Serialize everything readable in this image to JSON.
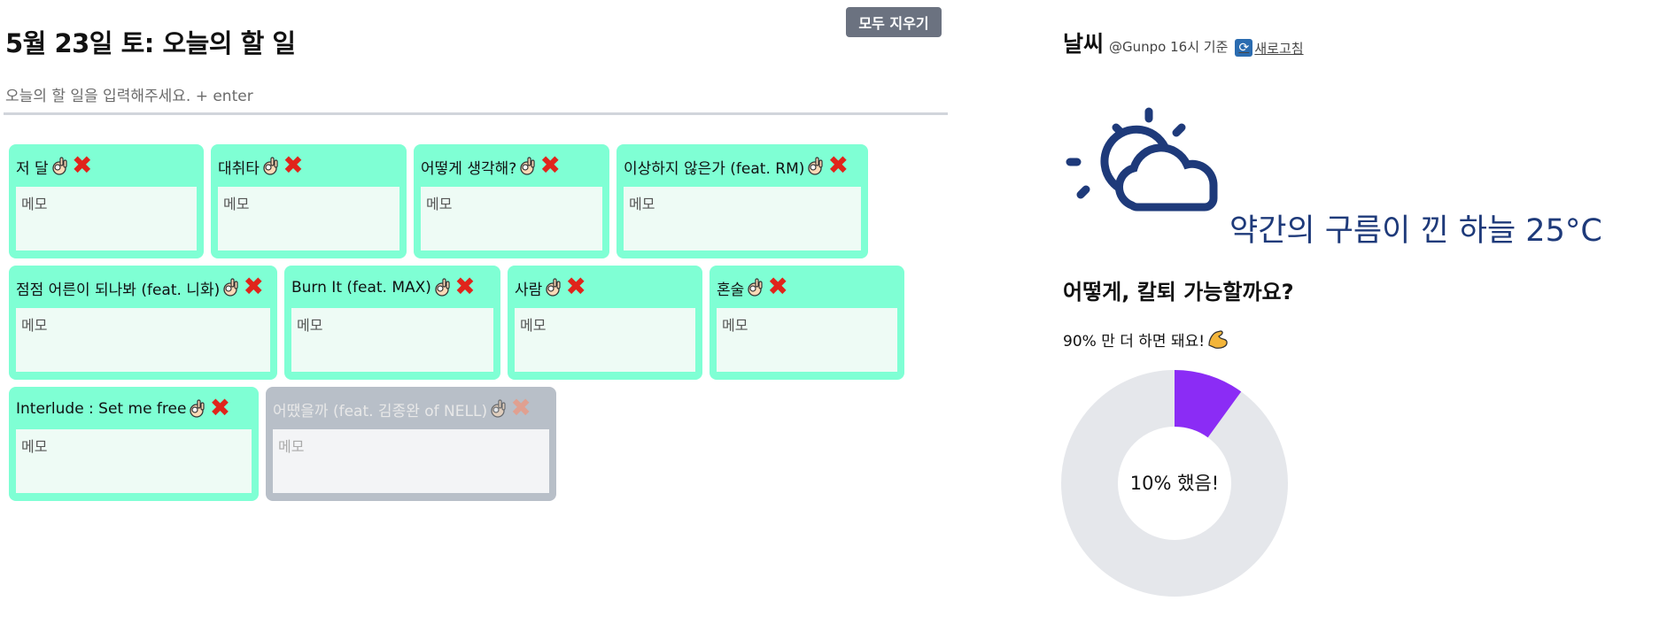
{
  "todo": {
    "title": "5월 23일 토: 오늘의 할 일",
    "clear_label": "모두 지우기",
    "input_placeholder": "오늘의 할 일을 입력해주세요. + enter",
    "memo_placeholder": "메모",
    "rows": [
      [
        {
          "title": "저 달",
          "done": false
        },
        {
          "title": "대취타",
          "done": false
        },
        {
          "title": "어떻게 생각해?",
          "done": false
        },
        {
          "title": "이상하지 않은가 (feat. RM)",
          "done": false
        }
      ],
      [
        {
          "title": "점점 어른이 되나봐 (feat. 니화)",
          "done": false
        },
        {
          "title": "Burn It (feat. MAX)",
          "done": false
        },
        {
          "title": "사람",
          "done": false
        },
        {
          "title": "혼술",
          "done": false
        }
      ],
      [
        {
          "title": "Interlude : Set me free",
          "done": false
        },
        {
          "title": "어땠을까 (feat. 김종완 of NELL)",
          "done": true
        }
      ]
    ],
    "colors": {
      "card": "#7fffd4",
      "card_done": "#b8bfc8",
      "delete": "#e0241b"
    }
  },
  "weather": {
    "title": "날씨",
    "meta": "@Gunpo 16시 기준",
    "refresh_label": "새로고침",
    "icon": "partly-cloudy-icon",
    "description": "약간의 구름이 낀 하늘 25°C",
    "color": "#1e3a7a"
  },
  "calorie": {
    "title": "어떻게, 칼퇴 가능할까요?",
    "remaining_text": "90% 만 더 하면 돼요!",
    "done_label": "10% 했음!",
    "done_percent": 10,
    "colors": {
      "done": "#8b2cf5",
      "remaining": "#e5e7eb"
    }
  }
}
